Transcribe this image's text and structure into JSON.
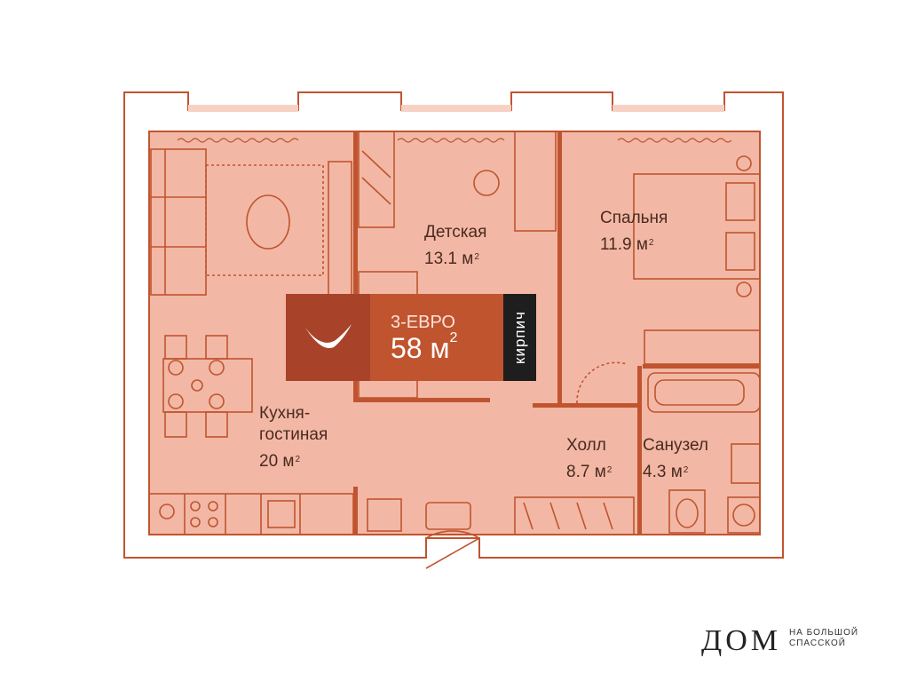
{
  "badge": {
    "type": "3-ЕВРО",
    "area_value": "58 м",
    "area_sup": "2",
    "material": "кирпич"
  },
  "rooms": [
    {
      "name": "Детская",
      "area": "13.1 м",
      "sup": "2"
    },
    {
      "name": "Спальня",
      "area": "11.9 м",
      "sup": "2"
    },
    {
      "name_line1": "Кухня-",
      "name_line2": "гостиная",
      "area": "20 м",
      "sup": "2"
    },
    {
      "name": "Холл",
      "area": "8.7 м",
      "sup": "2"
    },
    {
      "name": "Санузел",
      "area": "4.3 м",
      "sup": "2"
    }
  ],
  "brand": {
    "name": "ДОМ",
    "sub_line1": "НА БОЛЬШОЙ",
    "sub_line2": "СПАССКОЙ"
  },
  "colors": {
    "wall": "#c0542f",
    "floor": "#f2b8a5",
    "badge": "#c0542f",
    "badge_dark": "#a8432a",
    "material_tag": "#1e1e1e"
  }
}
